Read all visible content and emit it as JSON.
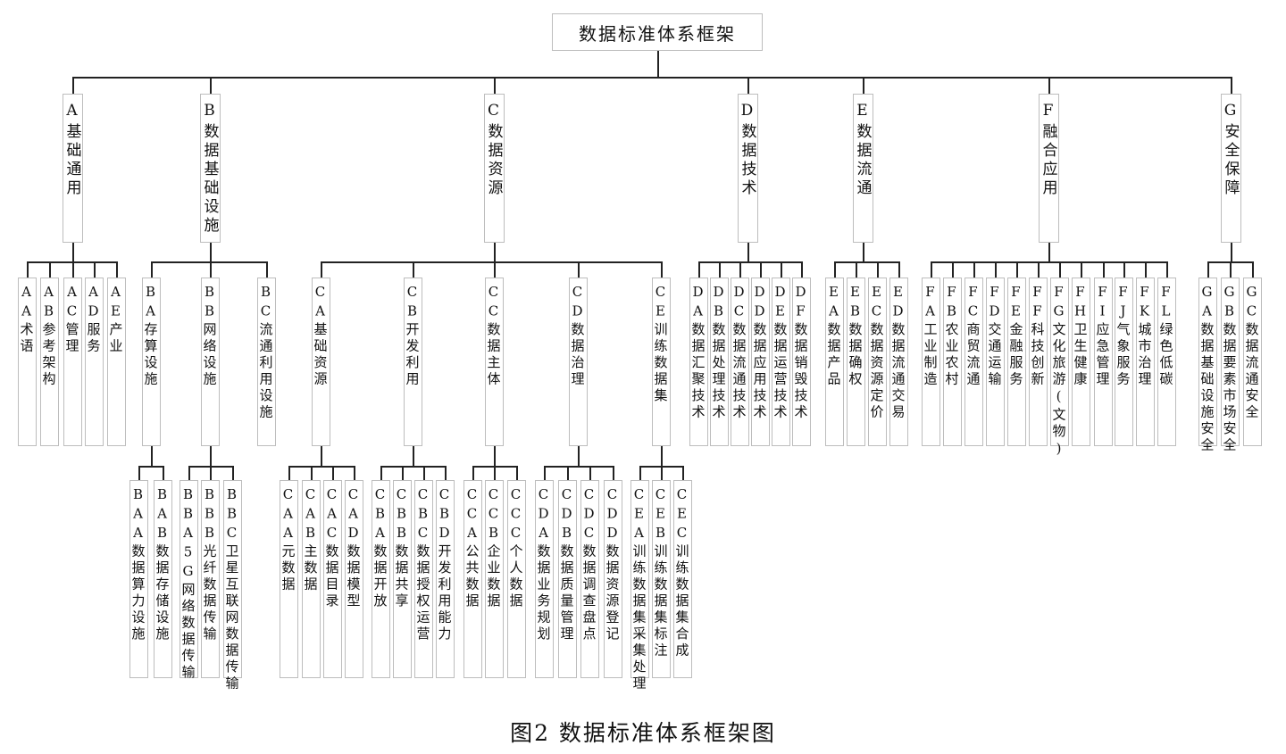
{
  "title": "数据标准体系框架",
  "caption": "图2  数据标准体系框架图",
  "tree": [
    {
      "label": "A基础通用",
      "children": [
        {
          "label": "AA术语"
        },
        {
          "label": "AB参考架构"
        },
        {
          "label": "AC管理"
        },
        {
          "label": "AD服务"
        },
        {
          "label": "AE产业"
        }
      ]
    },
    {
      "label": "B数据基础设施",
      "children": [
        {
          "label": "BA存算设施",
          "children": [
            {
              "label": "BAA数据算力设施"
            },
            {
              "label": "BAB数据存储设施"
            }
          ]
        },
        {
          "label": "BB网络设施",
          "children": [
            {
              "label": "BBA5G网络数据传输"
            },
            {
              "label": "BBB光纤数据传输"
            },
            {
              "label": "BBC卫星互联网数据传输"
            }
          ]
        },
        {
          "label": "BC流通利用设施"
        }
      ]
    },
    {
      "label": "C数据资源",
      "children": [
        {
          "label": "CA基础资源",
          "children": [
            {
              "label": "CAA元数据"
            },
            {
              "label": "CAB主数据"
            },
            {
              "label": "CAC数据目录"
            },
            {
              "label": "CAD数据模型"
            }
          ]
        },
        {
          "label": "CB开发利用",
          "children": [
            {
              "label": "CBA数据开放"
            },
            {
              "label": "CBB数据共享"
            },
            {
              "label": "CBC数据授权运营"
            },
            {
              "label": "CBD开发利用能力"
            }
          ]
        },
        {
          "label": "CC数据主体",
          "children": [
            {
              "label": "CCA公共数据"
            },
            {
              "label": "CCB企业数据"
            },
            {
              "label": "CCC个人数据"
            }
          ]
        },
        {
          "label": "CD数据治理",
          "children": [
            {
              "label": "CDA数据业务规划"
            },
            {
              "label": "CDB数据质量管理"
            },
            {
              "label": "CDC数据调查盘点"
            },
            {
              "label": "CDD数据资源登记"
            }
          ]
        },
        {
          "label": "CE训练数据集",
          "children": [
            {
              "label": "CEA训练数据集采集处理"
            },
            {
              "label": "CEB训练数据集标注"
            },
            {
              "label": "CEC训练数据集合成"
            }
          ]
        }
      ]
    },
    {
      "label": "D数据技术",
      "children": [
        {
          "label": "DA数据汇聚技术"
        },
        {
          "label": "DB数据处理技术"
        },
        {
          "label": "DC数据流通技术"
        },
        {
          "label": "DD数据应用技术"
        },
        {
          "label": "DE数据运营技术"
        },
        {
          "label": "DF数据销毁技术"
        }
      ]
    },
    {
      "label": "E数据流通",
      "children": [
        {
          "label": "EA数据产品"
        },
        {
          "label": "EB数据确权"
        },
        {
          "label": "EC数据资源定价"
        },
        {
          "label": "ED数据流通交易"
        }
      ]
    },
    {
      "label": "F融合应用",
      "children": [
        {
          "label": "FA工业制造"
        },
        {
          "label": "FB农业农村"
        },
        {
          "label": "FC商贸流通"
        },
        {
          "label": "FD交通运输"
        },
        {
          "label": "FE金融服务"
        },
        {
          "label": "FF科技创新"
        },
        {
          "label": "FG文化旅游(文物)"
        },
        {
          "label": "FH卫生健康"
        },
        {
          "label": "FI应急管理"
        },
        {
          "label": "FJ气象服务"
        },
        {
          "label": "FK城市治理"
        },
        {
          "label": "FL绿色低碳"
        }
      ]
    },
    {
      "label": "G安全保障",
      "children": [
        {
          "label": "GA数据基础设施安全"
        },
        {
          "label": "GB数据要素市场安全"
        },
        {
          "label": "GC数据流通安全"
        }
      ]
    }
  ]
}
